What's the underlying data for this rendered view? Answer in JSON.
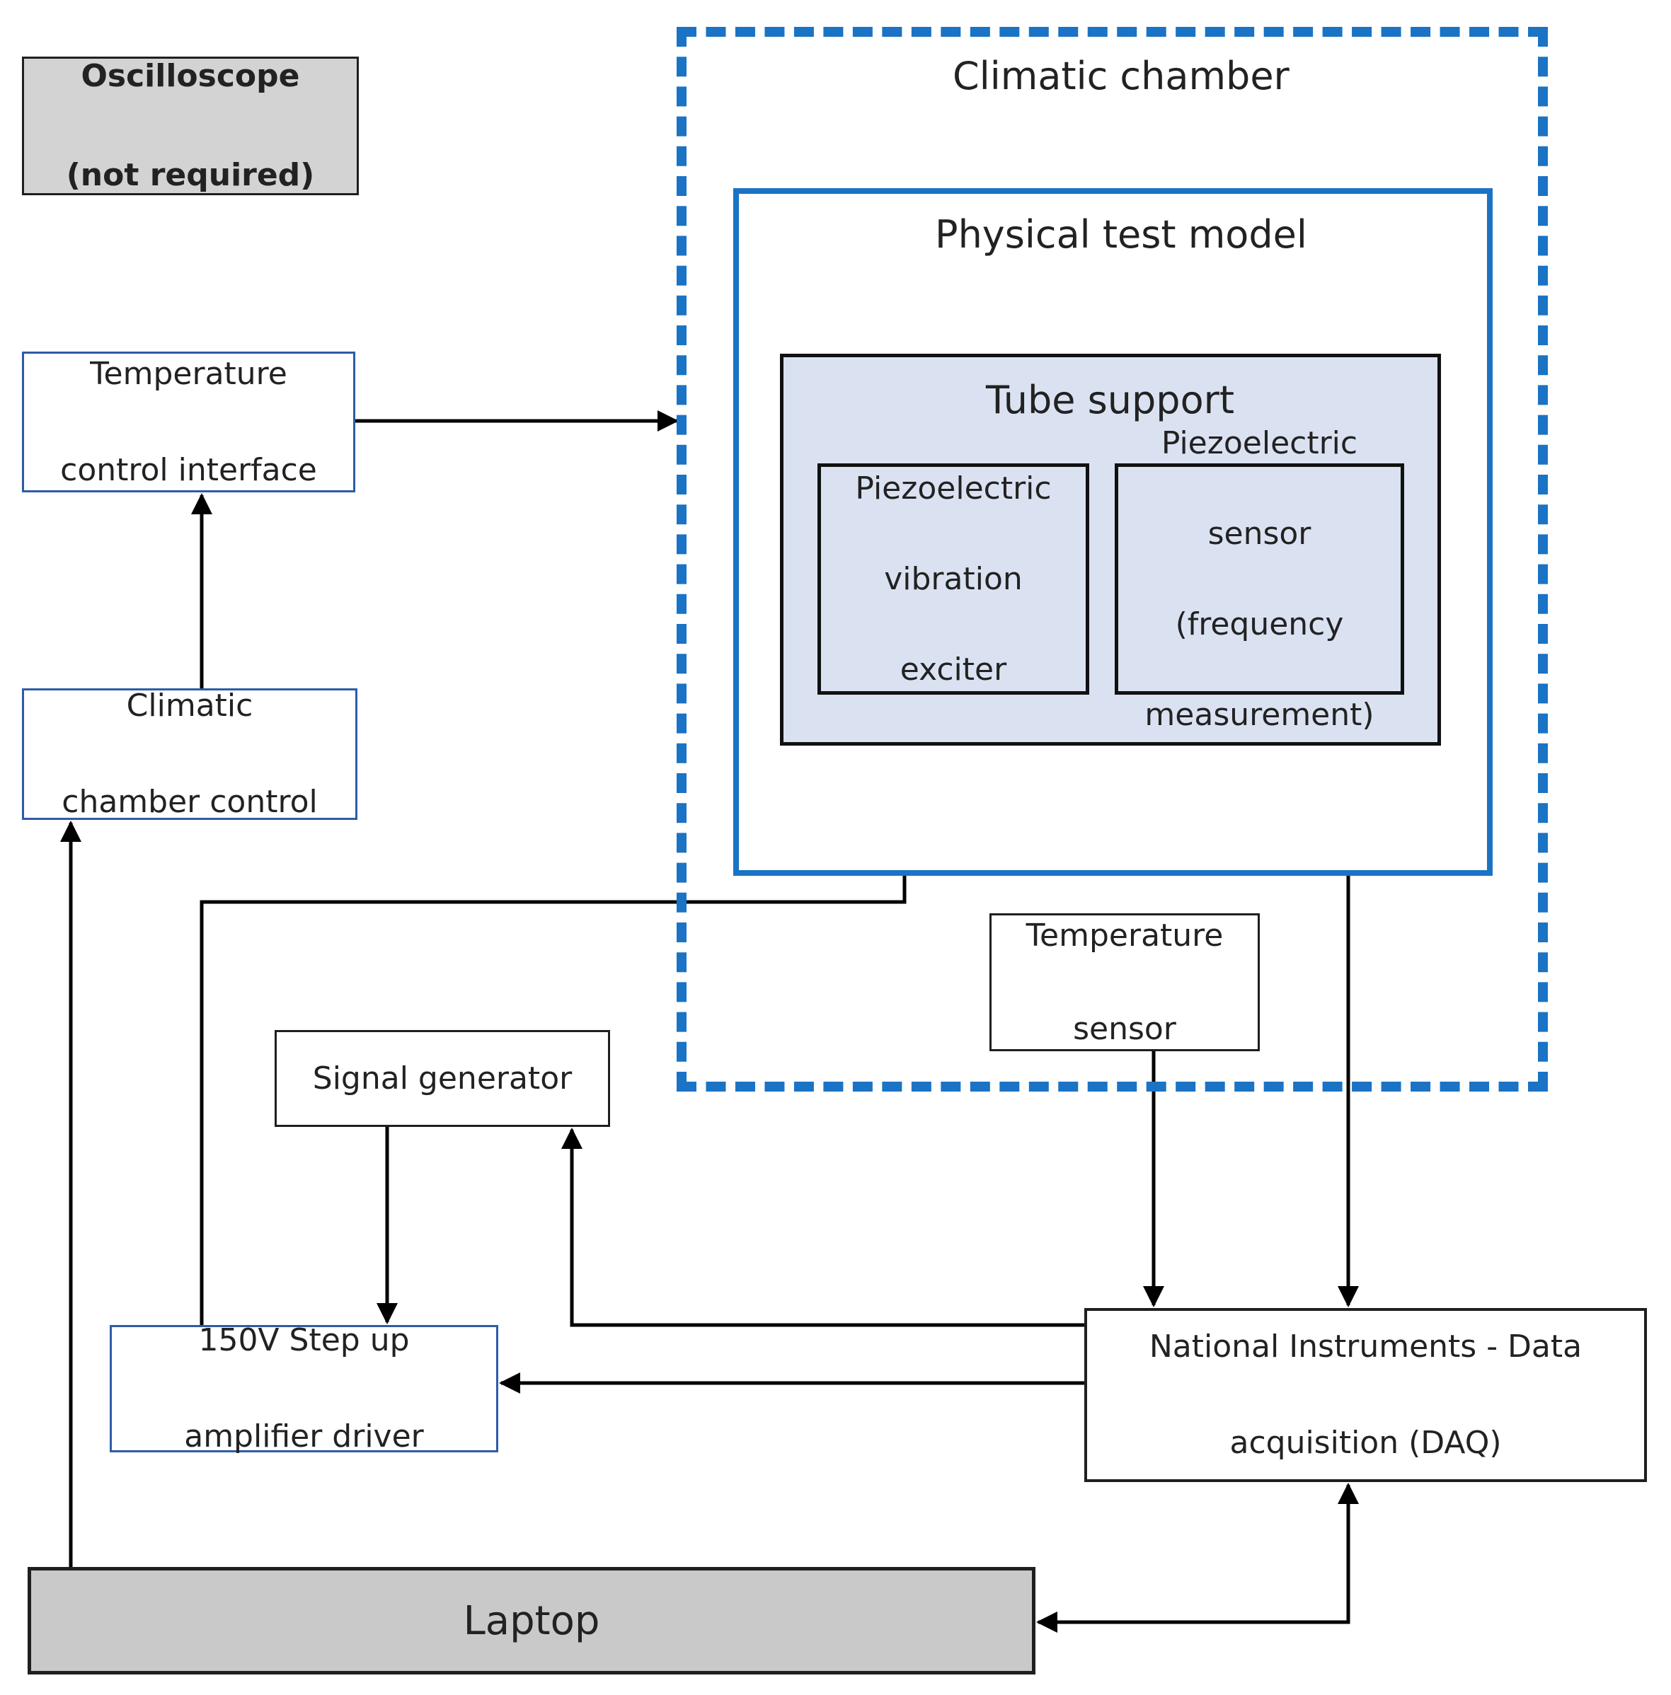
{
  "oscilloscope": {
    "line1": "Oscilloscope",
    "line2": "(not required)"
  },
  "temp_control_interface": {
    "line1": "Temperature",
    "line2": "control interface"
  },
  "climatic_chamber_control": {
    "line1": "Climatic",
    "line2": "chamber control"
  },
  "climatic_chamber": {
    "title": "Climatic chamber"
  },
  "physical_test_model": {
    "title": "Physical test model"
  },
  "tube_support": {
    "title": "Tube support"
  },
  "vibration_exciter": {
    "line1": "Piezoelectric",
    "line2": "vibration",
    "line3": "exciter"
  },
  "piezo_sensor": {
    "line1": "Piezoelectric",
    "line2": "sensor",
    "line3": "(frequency",
    "line4": "measurement)"
  },
  "temperature_sensor": {
    "line1": "Temperature",
    "line2": "sensor"
  },
  "signal_generator": {
    "label": "Signal generator"
  },
  "amplifier_driver": {
    "line1": "150V Step up",
    "line2": "amplifier driver"
  },
  "daq": {
    "line1": "National Instruments - Data",
    "line2": "acquisition (DAQ)"
  },
  "laptop": {
    "label": "Laptop"
  },
  "colors": {
    "chamber_blue": "#1a73c4",
    "tube_fill": "#dae2f2",
    "grey_fill": "#d3d3d3"
  }
}
